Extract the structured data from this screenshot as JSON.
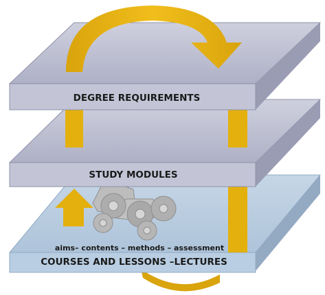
{
  "layers": [
    {
      "label": "DEGREE REQUIREMENTS"
    },
    {
      "label": "STUDY MODULES"
    },
    {
      "label": "COURSES AND LESSONS –LECTURES",
      "sublabel": "aims– contents – methods – assessment"
    }
  ],
  "colors": {
    "arrow": "#e3b00e",
    "arrow_dark": "#c8960a",
    "slab_gray_top": "#b7b9cd",
    "slab_gray_front": "#c3c5d6",
    "slab_blue_top": "#b5c9dc",
    "slab_blue_front": "#b9cee2",
    "gear": "#b4b4b4"
  },
  "icons": [
    "cycle-arrow-icon",
    "up-arrow-icon",
    "gears-icon"
  ]
}
